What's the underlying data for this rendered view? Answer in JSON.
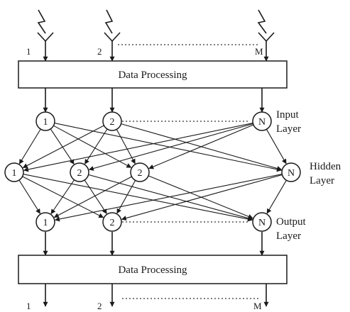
{
  "inputs": {
    "labels": [
      "1",
      "2",
      "M"
    ]
  },
  "outputs": {
    "labels": [
      "1",
      "2",
      "M"
    ]
  },
  "top_box": {
    "label": "Data Processing"
  },
  "bottom_box": {
    "label": "Data Processing"
  },
  "input_layer": {
    "nodes": [
      "1",
      "2",
      "N"
    ],
    "label_line1": "Input",
    "label_line2": "Layer"
  },
  "hidden_layer": {
    "nodes": [
      "1",
      "2",
      "2",
      "N"
    ],
    "label_line1": "Hidden",
    "label_line2": "Layer"
  },
  "output_layer": {
    "nodes": [
      "1",
      "2",
      "N"
    ],
    "label_line1": "Output",
    "label_line2": "Layer"
  }
}
